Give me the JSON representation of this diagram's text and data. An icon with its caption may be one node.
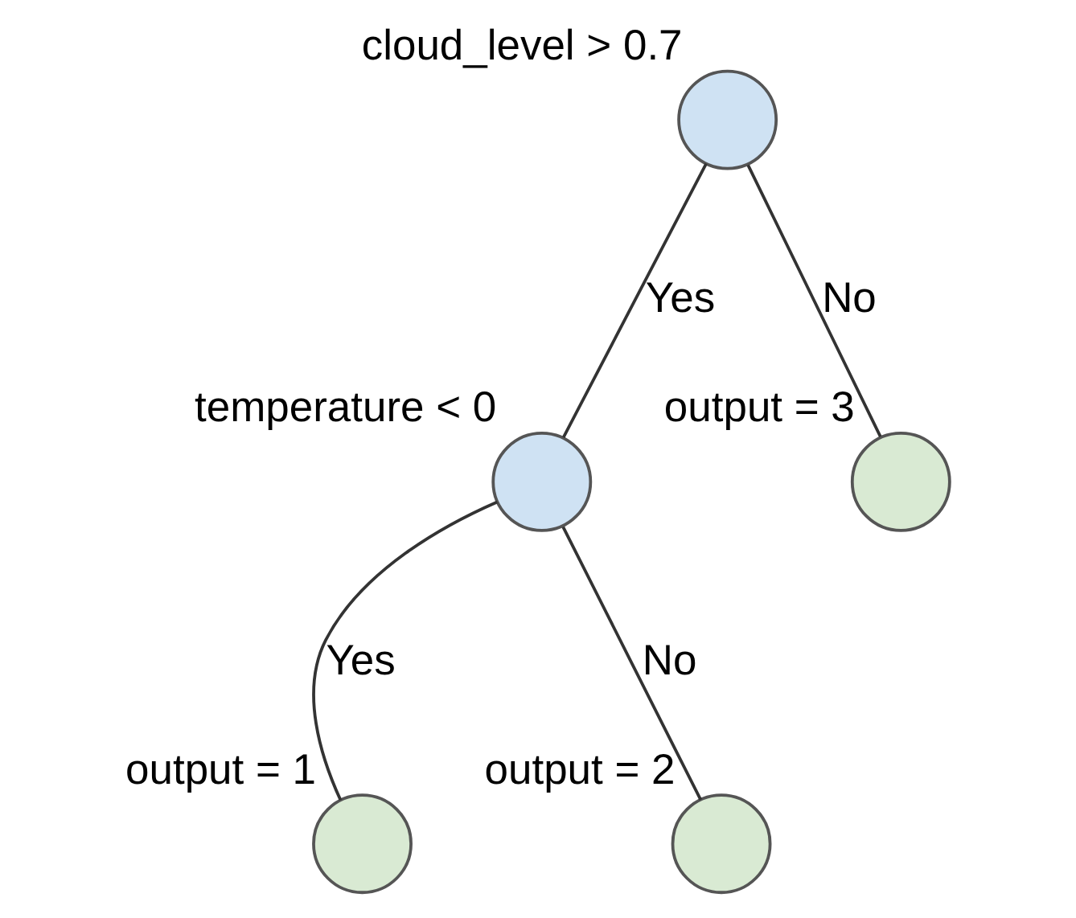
{
  "diagram": {
    "nodes": [
      {
        "text": [],
        "shape": "circle",
        "beside": [
          "cloud_level > 0.7"
        ]
      },
      {
        "text": [],
        "shape": "circle",
        "beside": [
          "temperature < 0"
        ]
      },
      {
        "text": [],
        "shape": "circle",
        "beside": [
          "output = 3"
        ]
      },
      {
        "text": [],
        "shape": "circle",
        "beside": [
          "output = 1"
        ]
      },
      {
        "text": [],
        "shape": "circle",
        "beside": [
          "output = 2"
        ]
      }
    ],
    "edges": [
      {
        "from": 0,
        "to": 1,
        "arrow": "none",
        "label": "Yes"
      },
      {
        "from": 0,
        "to": 2,
        "arrow": "none",
        "label": "No"
      },
      {
        "from": 1,
        "to": 3,
        "arrow": "none",
        "label": "Yes"
      },
      {
        "from": 1,
        "to": 4,
        "arrow": "none",
        "label": "No"
      }
    ]
  }
}
